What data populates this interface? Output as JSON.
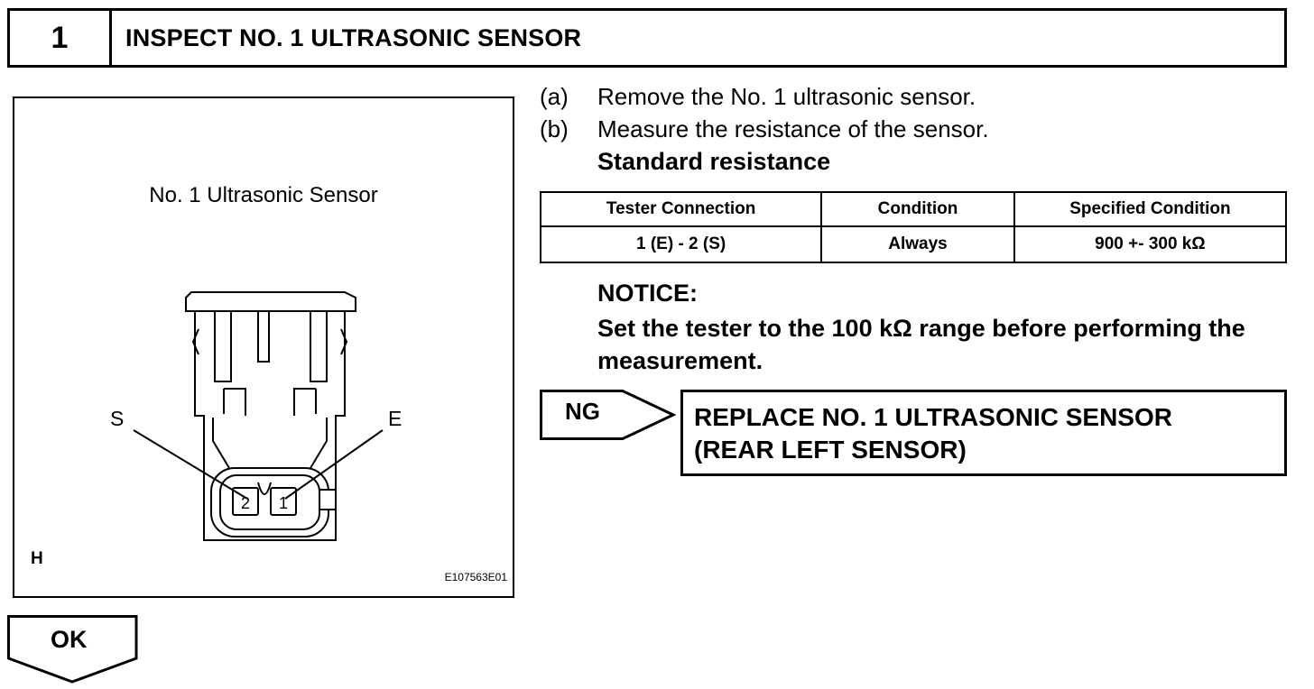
{
  "step": {
    "number": "1",
    "title": "INSPECT NO. 1 ULTRASONIC SENSOR"
  },
  "figure": {
    "title": "No. 1 Ultrasonic Sensor",
    "label_s": "S",
    "label_e": "E",
    "terminal_1": "1",
    "terminal_2": "2",
    "corner_mark": "H",
    "illustration_code": "E107563E01"
  },
  "instructions": [
    {
      "letter": "(a)",
      "text": "Remove the No. 1 ultrasonic sensor."
    },
    {
      "letter": "(b)",
      "text": "Measure the resistance of the sensor."
    }
  ],
  "standard_heading": "Standard resistance",
  "table": {
    "headers": [
      "Tester Connection",
      "Condition",
      "Specified Condition"
    ],
    "rows": [
      [
        "1 (E) - 2 (S)",
        "Always",
        "900 +- 300 kΩ"
      ]
    ]
  },
  "notice": {
    "heading": "NOTICE:",
    "text": "Set the tester to the 100 kΩ range before performing the measurement."
  },
  "ng": {
    "label": "NG",
    "result": "REPLACE NO. 1 ULTRASONIC SENSOR\n(REAR LEFT SENSOR)"
  },
  "ok": {
    "label": "OK"
  }
}
